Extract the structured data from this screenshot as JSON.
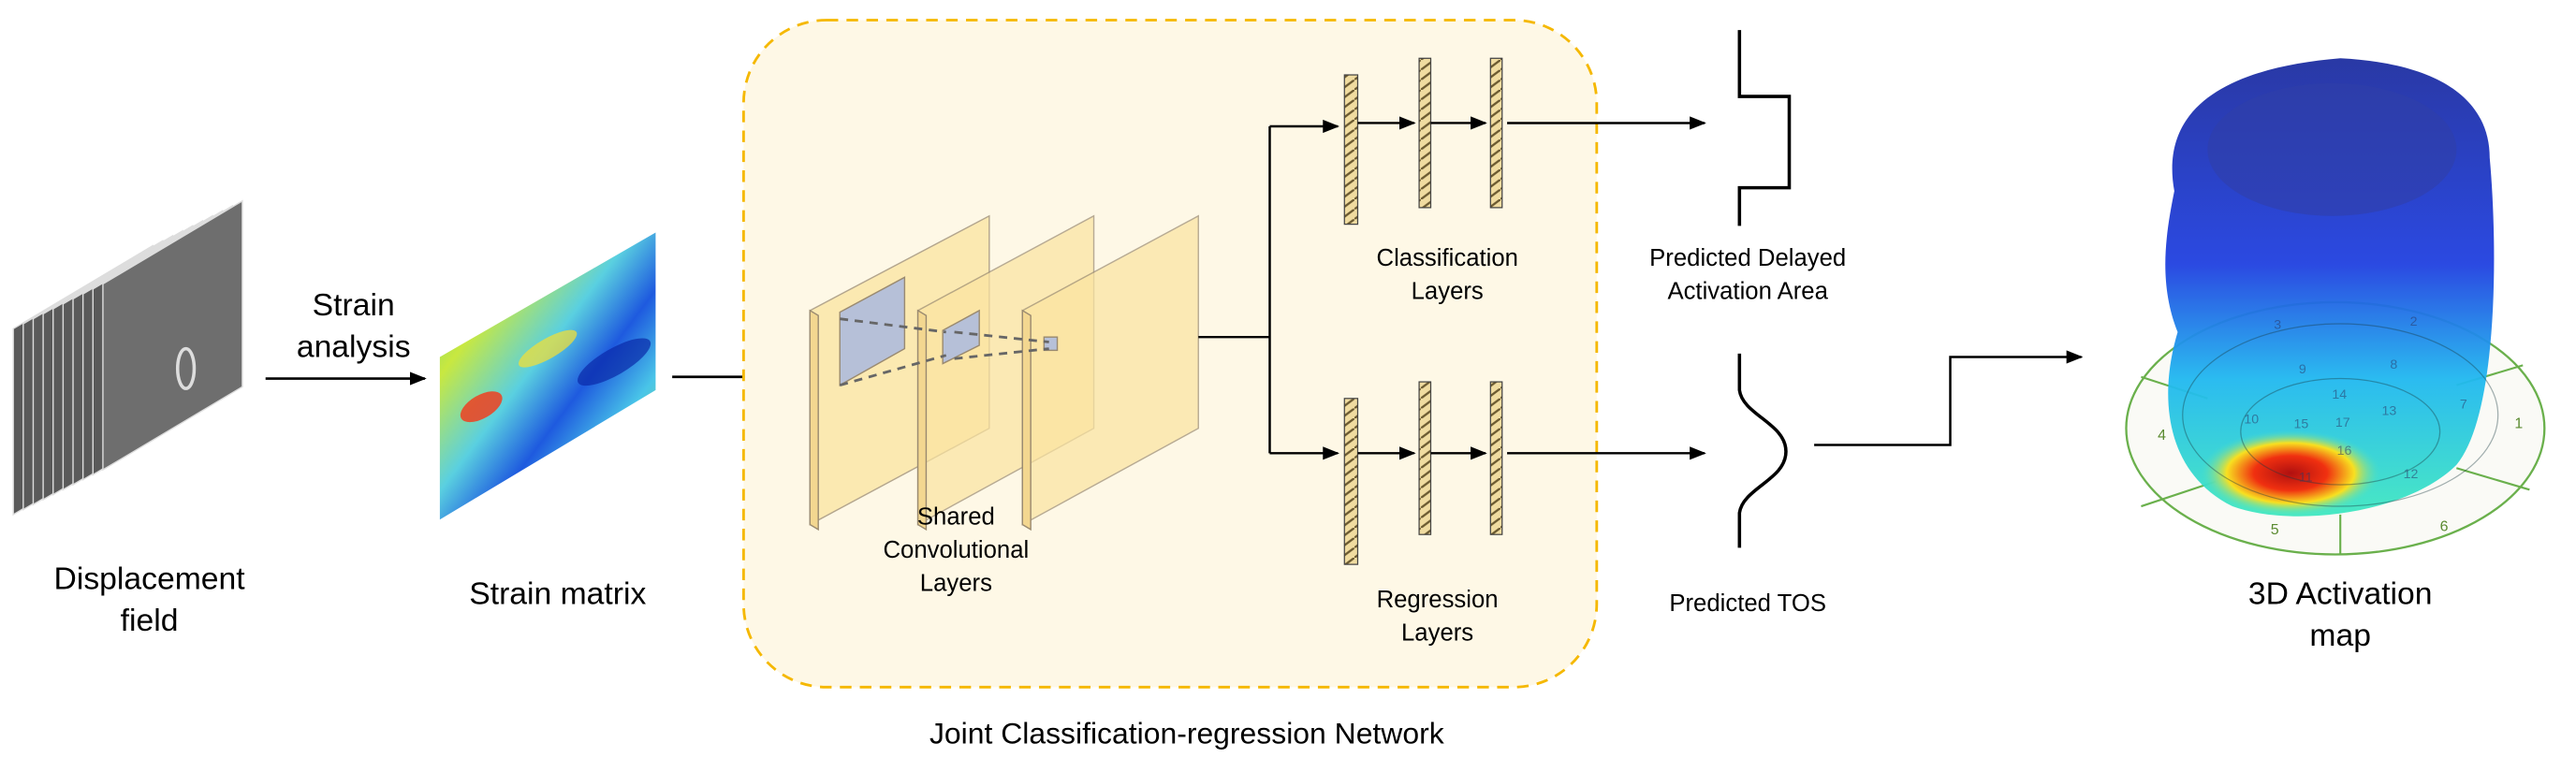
{
  "inputs": {
    "displacement_label": [
      "Displacement",
      "field"
    ],
    "strain_analysis_label": [
      "Strain",
      "analysis"
    ],
    "strain_matrix_label": "Strain matrix"
  },
  "network": {
    "title": "Joint Classification-regression Network",
    "conv_label": [
      "Shared",
      "Convolutional",
      "Layers"
    ],
    "classification_label": [
      "Classification",
      "Layers"
    ],
    "regression_label": [
      "Regression",
      "Layers"
    ],
    "box_color": "#f5b800",
    "box_fill": "#fef8e6"
  },
  "outputs": {
    "delayed_area_label": [
      "Predicted Delayed",
      "Activation Area"
    ],
    "tos_label": "Predicted TOS",
    "activation_map_label": [
      "3D Activation",
      "map"
    ],
    "segment_labels_outer": [
      "1",
      "4",
      "5",
      "6"
    ],
    "segment_labels_inner": [
      "2",
      "3",
      "7",
      "8",
      "9",
      "10",
      "11",
      "12",
      "13",
      "14",
      "15",
      "16",
      "17"
    ],
    "ring_color": "#6ab04c"
  }
}
